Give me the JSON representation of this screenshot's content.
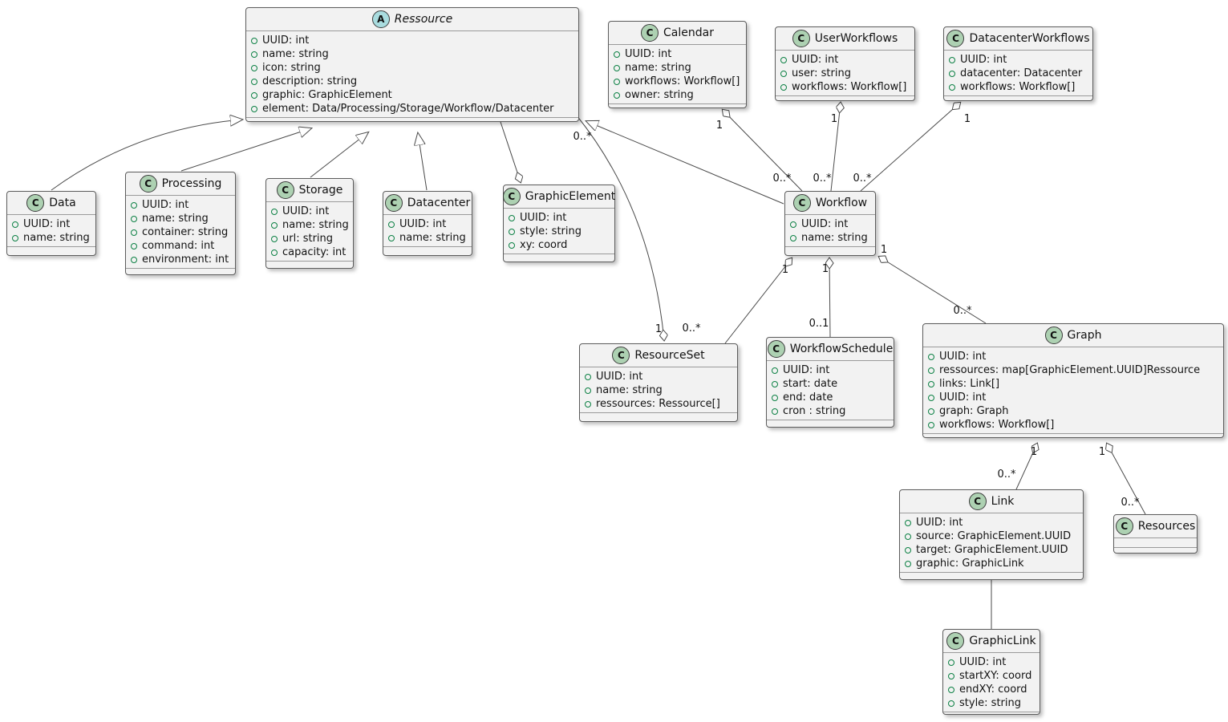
{
  "diagram": {
    "type": "uml-class-diagram",
    "colors": {
      "class_icon_bg": "#ADD1B2",
      "abstract_icon_bg": "#A9DCDF",
      "box_bg": "#F2F2F2",
      "border": "#5C5C5C",
      "edge_line": "#4A4A4A",
      "field_icon_green": "#0B8043"
    }
  },
  "classes": [
    {
      "id": "ressource",
      "kind": "abstract",
      "icon_letter": "A",
      "name": "Ressource",
      "attributes": [
        "UUID: int",
        "name: string",
        "icon: string",
        "description: string",
        "graphic: GraphicElement",
        "element: Data/Processing/Storage/Workflow/Datacenter"
      ]
    },
    {
      "id": "calendar",
      "kind": "class",
      "icon_letter": "C",
      "name": "Calendar",
      "attributes": [
        "UUID: int",
        "name: string",
        "workflows: Workflow[]",
        "owner: string"
      ]
    },
    {
      "id": "userworkflows",
      "kind": "class",
      "icon_letter": "C",
      "name": "UserWorkflows",
      "attributes": [
        "UUID: int",
        "user: string",
        "workflows: Workflow[]"
      ]
    },
    {
      "id": "datacenterworkflows",
      "kind": "class",
      "icon_letter": "C",
      "name": "DatacenterWorkflows",
      "attributes": [
        "UUID: int",
        "datacenter: Datacenter",
        "workflows: Workflow[]"
      ]
    },
    {
      "id": "data",
      "kind": "class",
      "icon_letter": "C",
      "name": "Data",
      "attributes": [
        "UUID: int",
        "name: string"
      ]
    },
    {
      "id": "processing",
      "kind": "class",
      "icon_letter": "C",
      "name": "Processing",
      "attributes": [
        "UUID: int",
        "name: string",
        "container: string",
        "command: int",
        "environment: int"
      ]
    },
    {
      "id": "storage",
      "kind": "class",
      "icon_letter": "C",
      "name": "Storage",
      "attributes": [
        "UUID: int",
        "name: string",
        "url: string",
        "capacity: int"
      ]
    },
    {
      "id": "datacenter",
      "kind": "class",
      "icon_letter": "C",
      "name": "Datacenter",
      "attributes": [
        "UUID: int",
        "name: string"
      ]
    },
    {
      "id": "graphicelement",
      "kind": "class",
      "icon_letter": "C",
      "name": "GraphicElement",
      "attributes": [
        "UUID: int",
        "style: string",
        "xy: coord"
      ]
    },
    {
      "id": "workflow",
      "kind": "class",
      "icon_letter": "C",
      "name": "Workflow",
      "attributes": [
        "UUID: int",
        "name: string"
      ]
    },
    {
      "id": "resourceset",
      "kind": "class",
      "icon_letter": "C",
      "name": "ResourceSet",
      "attributes": [
        "UUID: int",
        "name: string",
        "ressources: Ressource[]"
      ]
    },
    {
      "id": "workflowschedule",
      "kind": "class",
      "icon_letter": "C",
      "name": "WorkflowSchedule",
      "attributes": [
        "UUID: int",
        "start: date",
        "end: date",
        "cron : string"
      ]
    },
    {
      "id": "graph",
      "kind": "class",
      "icon_letter": "C",
      "name": "Graph",
      "attributes": [
        "UUID: int",
        "ressources: map[GraphicElement.UUID]Ressource",
        "links: Link[]",
        "UUID: int",
        "graph: Graph",
        "workflows: Workflow[]"
      ]
    },
    {
      "id": "link",
      "kind": "class",
      "icon_letter": "C",
      "name": "Link",
      "attributes": [
        "UUID: int",
        "source: GraphicElement.UUID",
        "target: GraphicElement.UUID",
        "graphic: GraphicLink"
      ]
    },
    {
      "id": "resources",
      "kind": "class",
      "icon_letter": "C",
      "name": "Resources",
      "attributes": []
    },
    {
      "id": "graphiclink",
      "kind": "class",
      "icon_letter": "C",
      "name": "GraphicLink",
      "attributes": [
        "UUID: int",
        "startXY: coord",
        "endXY: coord",
        "style: string"
      ]
    }
  ],
  "edges": [
    {
      "source": "Data",
      "target": "Ressource",
      "type": "inheritance",
      "labels": []
    },
    {
      "source": "Processing",
      "target": "Ressource",
      "type": "inheritance",
      "labels": []
    },
    {
      "source": "Storage",
      "target": "Ressource",
      "type": "inheritance",
      "labels": []
    },
    {
      "source": "Datacenter",
      "target": "Ressource",
      "type": "inheritance",
      "labels": []
    },
    {
      "source": "Workflow",
      "target": "Ressource",
      "type": "inheritance",
      "labels": []
    },
    {
      "source": "Ressource",
      "target": "GraphicElement",
      "type": "aggregation",
      "diamond_at": "GraphicElement",
      "labels": []
    },
    {
      "source": "Workflow",
      "target": "Calendar",
      "type": "aggregation",
      "diamond_at": "Calendar",
      "labels": [
        {
          "text": "1"
        },
        {
          "text": "0..*"
        }
      ]
    },
    {
      "source": "Workflow",
      "target": "UserWorkflows",
      "type": "aggregation",
      "diamond_at": "UserWorkflows",
      "labels": [
        {
          "text": "1"
        },
        {
          "text": "0..*"
        }
      ]
    },
    {
      "source": "Workflow",
      "target": "DatacenterWorkflows",
      "type": "aggregation",
      "diamond_at": "DatacenterWorkflows",
      "labels": [
        {
          "text": "1"
        },
        {
          "text": "0..*"
        }
      ]
    },
    {
      "source": "ResourceSet",
      "target": "Workflow",
      "type": "aggregation",
      "diamond_at": "Workflow",
      "labels": [
        {
          "text": "1"
        },
        {
          "text": "0..*"
        }
      ]
    },
    {
      "source": "WorkflowSchedule",
      "target": "Workflow",
      "type": "aggregation",
      "diamond_at": "Workflow",
      "labels": [
        {
          "text": "1"
        },
        {
          "text": "0..1"
        }
      ]
    },
    {
      "source": "Graph",
      "target": "Workflow",
      "type": "aggregation",
      "diamond_at": "Workflow",
      "labels": [
        {
          "text": "1"
        },
        {
          "text": "0..*"
        }
      ]
    },
    {
      "source": "Ressource",
      "target": "ResourceSet",
      "type": "aggregation",
      "diamond_at": "ResourceSet",
      "labels": [
        {
          "text": "1"
        },
        {
          "text": "0..*"
        }
      ]
    },
    {
      "source": "Link",
      "target": "Graph",
      "type": "aggregation",
      "diamond_at": "Graph",
      "labels": [
        {
          "text": "1"
        },
        {
          "text": "0..*"
        }
      ]
    },
    {
      "source": "Resources",
      "target": "Graph",
      "type": "aggregation",
      "diamond_at": "Graph",
      "labels": [
        {
          "text": "1"
        },
        {
          "text": "0..*"
        }
      ]
    },
    {
      "source": "Link",
      "target": "GraphicLink",
      "type": "association",
      "labels": []
    }
  ]
}
